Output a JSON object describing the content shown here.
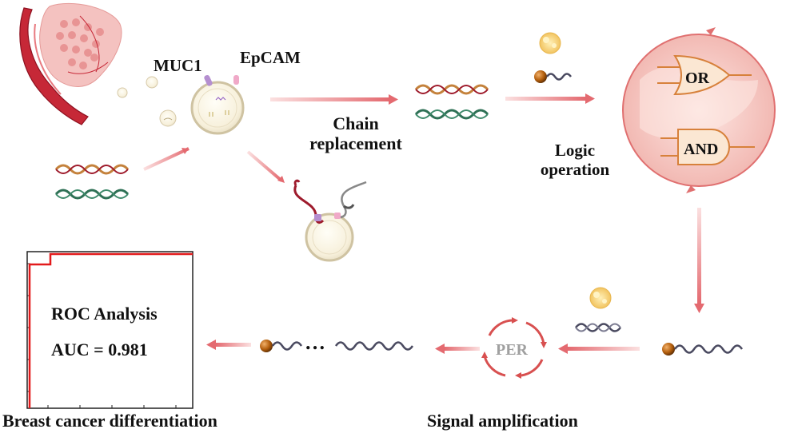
{
  "labels": {
    "muc1": "MUC1",
    "epcam": "EpCAM",
    "chain_replacement": "Chain replacement",
    "logic_operation": "Logic operation",
    "or_gate": "OR",
    "and_gate": "AND",
    "per": "PER",
    "roc_title": "ROC Analysis",
    "auc": "AUC = 0.981",
    "ellipsis": "…",
    "breast_cancer": "Breast cancer differentiation",
    "signal_amplification": "Signal amplification"
  },
  "colors": {
    "arrow": "#e9767a",
    "strand_orange": "#c4823c",
    "strand_green": "#2e7055",
    "strand_dark": "#4a4a60",
    "strand_red": "#9e1b2c",
    "logic_circle_fill": "#f7d0cc",
    "logic_circle_ring": "#e07070",
    "gate_fill": "#fbe7d3",
    "gate_stroke": "#d7813b",
    "roc_line": "#e31a1c",
    "per_cycle": "#d85050",
    "bead": "#b45f0d"
  },
  "icons": {
    "tissue": "tumor-tissue-icon",
    "exosome": "exosome-icon",
    "exosome_released": "exosome-released-icon",
    "cube": "nanomaterial-icon",
    "bead": "gold-bead-icon"
  }
}
